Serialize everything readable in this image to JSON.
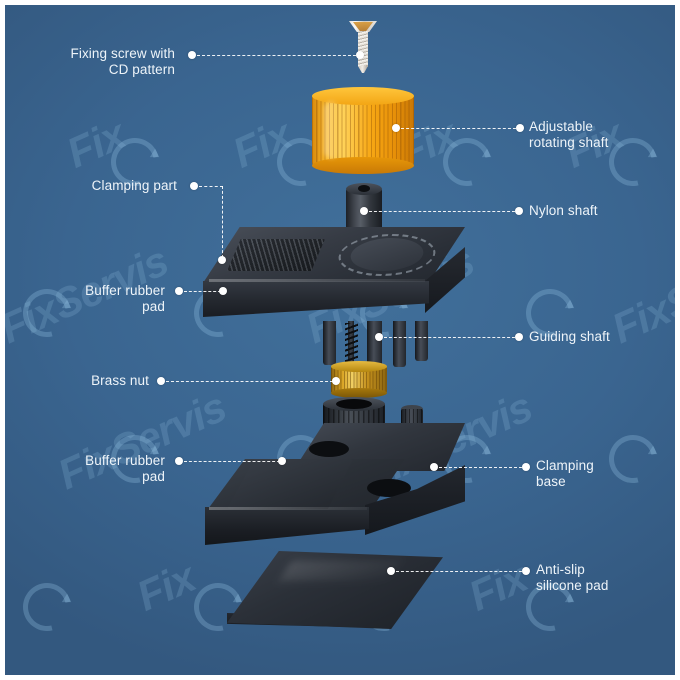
{
  "diagram": {
    "title": "Exploded view of clamping tool",
    "background_color": "#3b6790",
    "label_color": "#eef4f9",
    "accent_color": "#f7a714"
  },
  "watermark": {
    "text": "Fix",
    "brand": "FixServis",
    "icon": "circular-arrow-icon",
    "color": "#92bee0"
  },
  "labels": {
    "fixing_screw": "Fixing screw with\nCD pattern",
    "adjustable_rotating_shaft": "Adjustable\nrotating shaft",
    "clamping_part": "Clamping part",
    "nylon_shaft": "Nylon shaft",
    "buffer_rubber_pad_upper": "Buffer rubber\npad",
    "guiding_shaft": "Guiding shaft",
    "brass_nut": "Brass nut",
    "buffer_rubber_pad_lower": "Buffer rubber\npad",
    "clamping_base": "Clamping\nbase",
    "anti_slip_silicone_pad": "Anti-slip\nsilicone pad"
  },
  "parts": {
    "screw": "fixing-screw-with-cd-pattern",
    "knob": "adjustable-rotating-shaft-knob",
    "nylon_shaft": "nylon-hex-shaft",
    "clamping_part": "clamping-part-body",
    "guiding_shaft": "guiding-shafts",
    "brass_nut": "brass-knurled-nut",
    "clamping_base": "clamping-base-block",
    "silicone_pad": "anti-slip-silicone-pad"
  }
}
